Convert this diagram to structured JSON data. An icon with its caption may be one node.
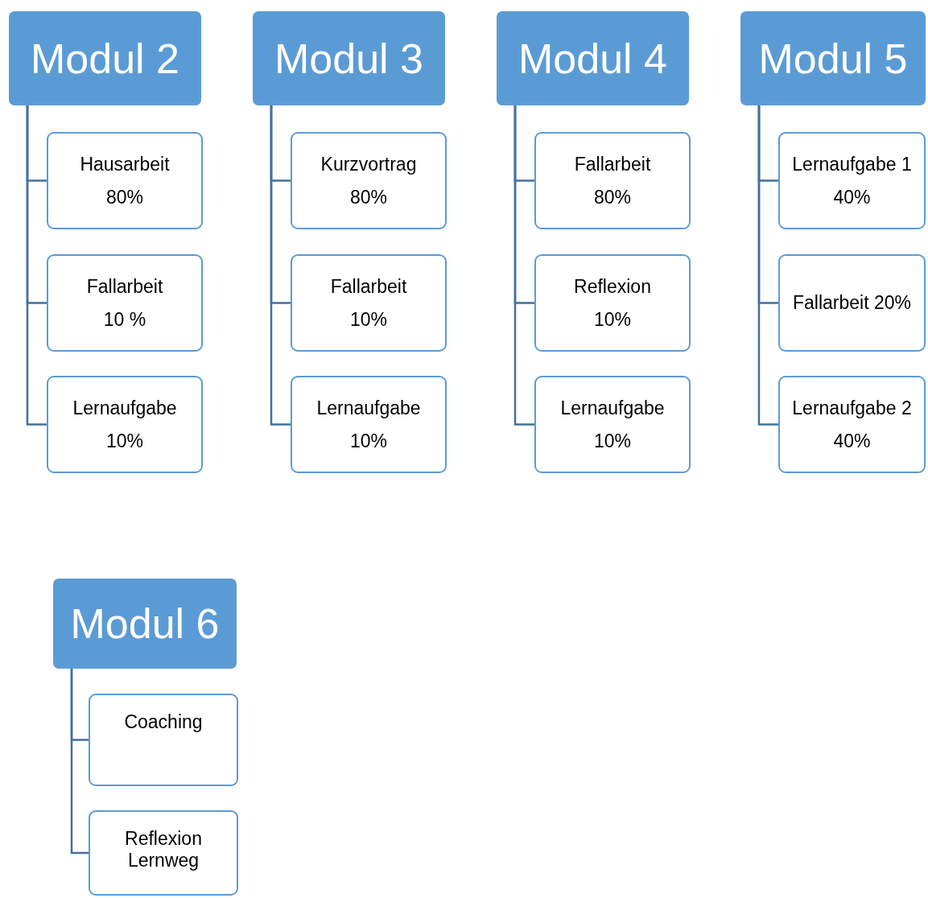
{
  "diagram": {
    "nodes": [
      {
        "text": [
          "Modul 2"
        ]
      },
      {
        "text": [
          "Hausarbeit",
          "80%"
        ]
      },
      {
        "text": [
          "Fallarbeit",
          "10 %"
        ]
      },
      {
        "text": [
          "Lernaufgabe",
          "10%"
        ]
      },
      {
        "text": [
          "Modul 3"
        ]
      },
      {
        "text": [
          "Kurzvortrag",
          "80%"
        ]
      },
      {
        "text": [
          "Fallarbeit",
          "10%"
        ]
      },
      {
        "text": [
          "Lernaufgabe",
          "10%"
        ]
      },
      {
        "text": [
          "Modul 4"
        ]
      },
      {
        "text": [
          "Fallarbeit",
          "80%"
        ]
      },
      {
        "text": [
          "Reflexion",
          "10%"
        ]
      },
      {
        "text": [
          "Lernaufgabe",
          "10%"
        ]
      },
      {
        "text": [
          "Modul 5"
        ]
      },
      {
        "text": [
          "Lernaufgabe 1",
          "40%"
        ]
      },
      {
        "text": [
          "Fallarbeit 20%"
        ]
      },
      {
        "text": [
          "Lernaufgabe 2",
          "40%"
        ]
      },
      {
        "text": [
          "Modul 6"
        ]
      },
      {
        "text": [
          "Coaching"
        ]
      },
      {
        "text": [
          "Reflexion Lernweg"
        ]
      }
    ],
    "edges": [
      {
        "from": 0,
        "to": 1,
        "arrow": "none"
      },
      {
        "from": 0,
        "to": 2,
        "arrow": "none"
      },
      {
        "from": 0,
        "to": 3,
        "arrow": "none"
      },
      {
        "from": 4,
        "to": 5,
        "arrow": "none"
      },
      {
        "from": 4,
        "to": 6,
        "arrow": "none"
      },
      {
        "from": 4,
        "to": 7,
        "arrow": "none"
      },
      {
        "from": 8,
        "to": 9,
        "arrow": "none"
      },
      {
        "from": 8,
        "to": 10,
        "arrow": "none"
      },
      {
        "from": 8,
        "to": 11,
        "arrow": "none"
      },
      {
        "from": 12,
        "to": 13,
        "arrow": "none"
      },
      {
        "from": 12,
        "to": 14,
        "arrow": "none"
      },
      {
        "from": 12,
        "to": 15,
        "arrow": "none"
      },
      {
        "from": 16,
        "to": 17,
        "arrow": "none"
      },
      {
        "from": 16,
        "to": 18,
        "arrow": "none"
      }
    ]
  }
}
